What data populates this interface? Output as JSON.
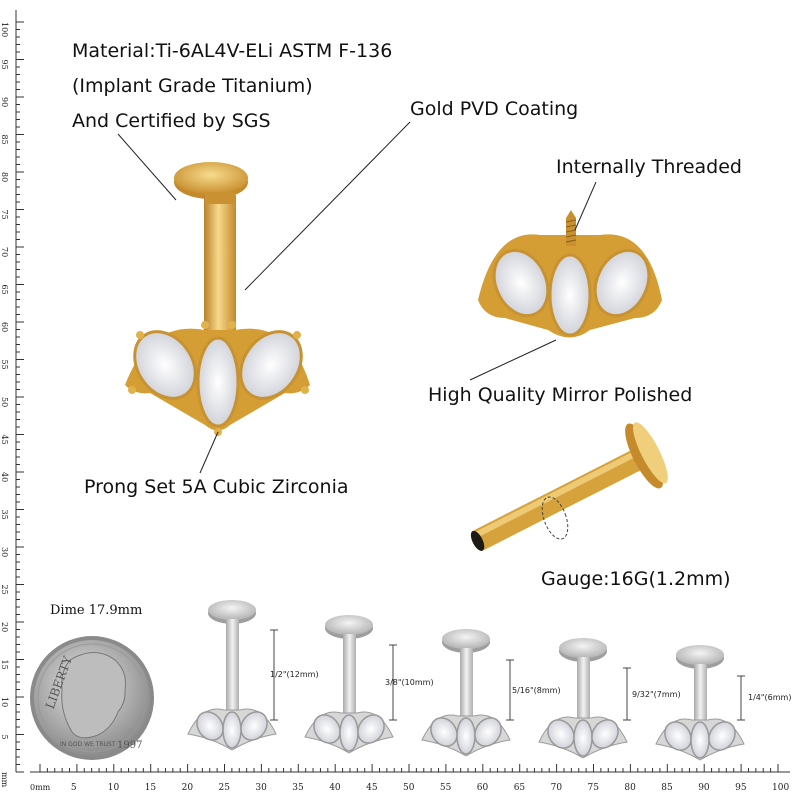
{
  "callouts": {
    "material_line1": "Material:Ti-6AL4V-ELi ASTM F-136",
    "material_line2": "(Implant Grade Titanium)",
    "material_line3": "And Certified by SGS",
    "gold_pvd": "Gold PVD Coating",
    "internally_threaded": "Internally Threaded",
    "mirror_polished": "High Quality Mirror Polished",
    "prong_set": "Prong Set 5A Cubic Zirconia",
    "gauge": "Gauge:16G(1.2mm)"
  },
  "dime": {
    "label": "Dime 17.9mm",
    "coin_word": "LIBERTY",
    "coin_motto": "IN GOD WE TRUST",
    "coin_year": "1997"
  },
  "sizes": [
    {
      "label": "1/2\"(12mm)"
    },
    {
      "label": "3/8\"(10mm)"
    },
    {
      "label": "5/16\"(8mm)"
    },
    {
      "label": "9/32\"(7mm)"
    },
    {
      "label": "1/4\"(6mm)"
    }
  ],
  "ruler": {
    "unit_label": "0mm",
    "bottom_ticks": [
      "5",
      "10",
      "15",
      "20",
      "25",
      "30",
      "35",
      "40",
      "45",
      "50",
      "55",
      "60",
      "65",
      "70",
      "75",
      "80",
      "85",
      "90",
      "95",
      "100"
    ],
    "left_ticks": [
      "100",
      "95",
      "90",
      "85",
      "80",
      "75",
      "70",
      "65",
      "60",
      "55",
      "50",
      "45",
      "40",
      "35",
      "30",
      "25",
      "20",
      "15",
      "10",
      "5",
      "mm"
    ]
  },
  "colors": {
    "gold": "#d8a63a",
    "gold_light": "#f3d27a",
    "silver": "#c9c9c9",
    "stone": "#eef0f4"
  }
}
